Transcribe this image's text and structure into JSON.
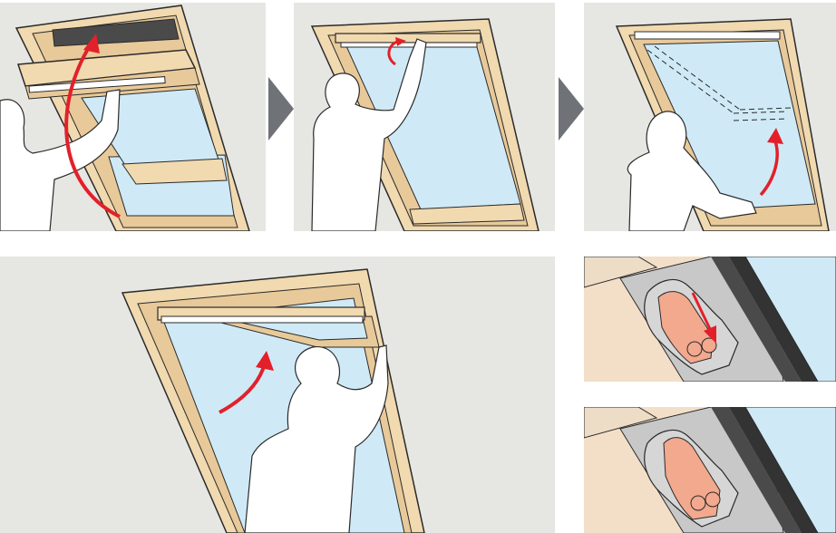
{
  "colors": {
    "panel_bg": "#e6e6e3",
    "frame_wood": "#f1d9b0",
    "frame_stroke": "#2a2a2a",
    "glass": "#cfeaf6",
    "arrow_red": "#e3202a",
    "step_arrow": "#6f7276",
    "clip_pink": "#f2a98e",
    "seal_dark": "#4a4a4a"
  },
  "panels": [
    {
      "id": "step-1",
      "description_icon": "window-sash-rotated-open-icon"
    },
    {
      "id": "step-2",
      "description_icon": "remove-top-rail-icon"
    },
    {
      "id": "step-3",
      "description_icon": "fold-sash-down-icon"
    },
    {
      "id": "step-4",
      "description_icon": "install-blind-rail-icon"
    },
    {
      "id": "detail-1",
      "description_icon": "clip-detail-open-icon"
    },
    {
      "id": "detail-2",
      "description_icon": "clip-detail-closed-icon"
    }
  ],
  "step_arrows": [
    "chevron-right-icon",
    "chevron-right-icon"
  ]
}
